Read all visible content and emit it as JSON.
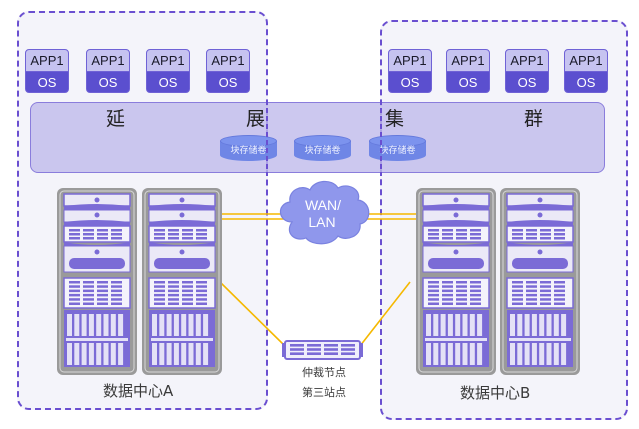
{
  "diagram": {
    "title_chars": [
      "延",
      "展",
      "集",
      "群"
    ],
    "datacenter_a": {
      "label": "数据中心A",
      "vms": [
        {
          "app": "APP1",
          "os": "OS"
        },
        {
          "app": "APP1",
          "os": "OS"
        },
        {
          "app": "APP1",
          "os": "OS"
        },
        {
          "app": "APP1",
          "os": "OS"
        }
      ],
      "racks": 2
    },
    "datacenter_b": {
      "label": "数据中心B",
      "vms": [
        {
          "app": "APP1",
          "os": "OS"
        },
        {
          "app": "APP1",
          "os": "OS"
        },
        {
          "app": "APP1",
          "os": "OS"
        },
        {
          "app": "APP1",
          "os": "OS"
        }
      ],
      "racks": 2
    },
    "storage_volumes": [
      "块存储卷",
      "块存储卷",
      "块存储卷"
    ],
    "network": {
      "line1": "WAN/",
      "line2": "LAN"
    },
    "arbiter": {
      "label1": "仲裁节点",
      "label2": "第三站点"
    },
    "colors": {
      "dashed_border": "#6a4fd0",
      "os_bar": "#5b4fcf",
      "app_bar": "#c6c3f0",
      "cluster_band": "#c4bfec",
      "storage": "#6f86e6",
      "cloud": "#8f97ec",
      "link": "#f5b800",
      "rack_frame": "#9a9a9a",
      "rack_device": "#7b6bd6"
    }
  }
}
